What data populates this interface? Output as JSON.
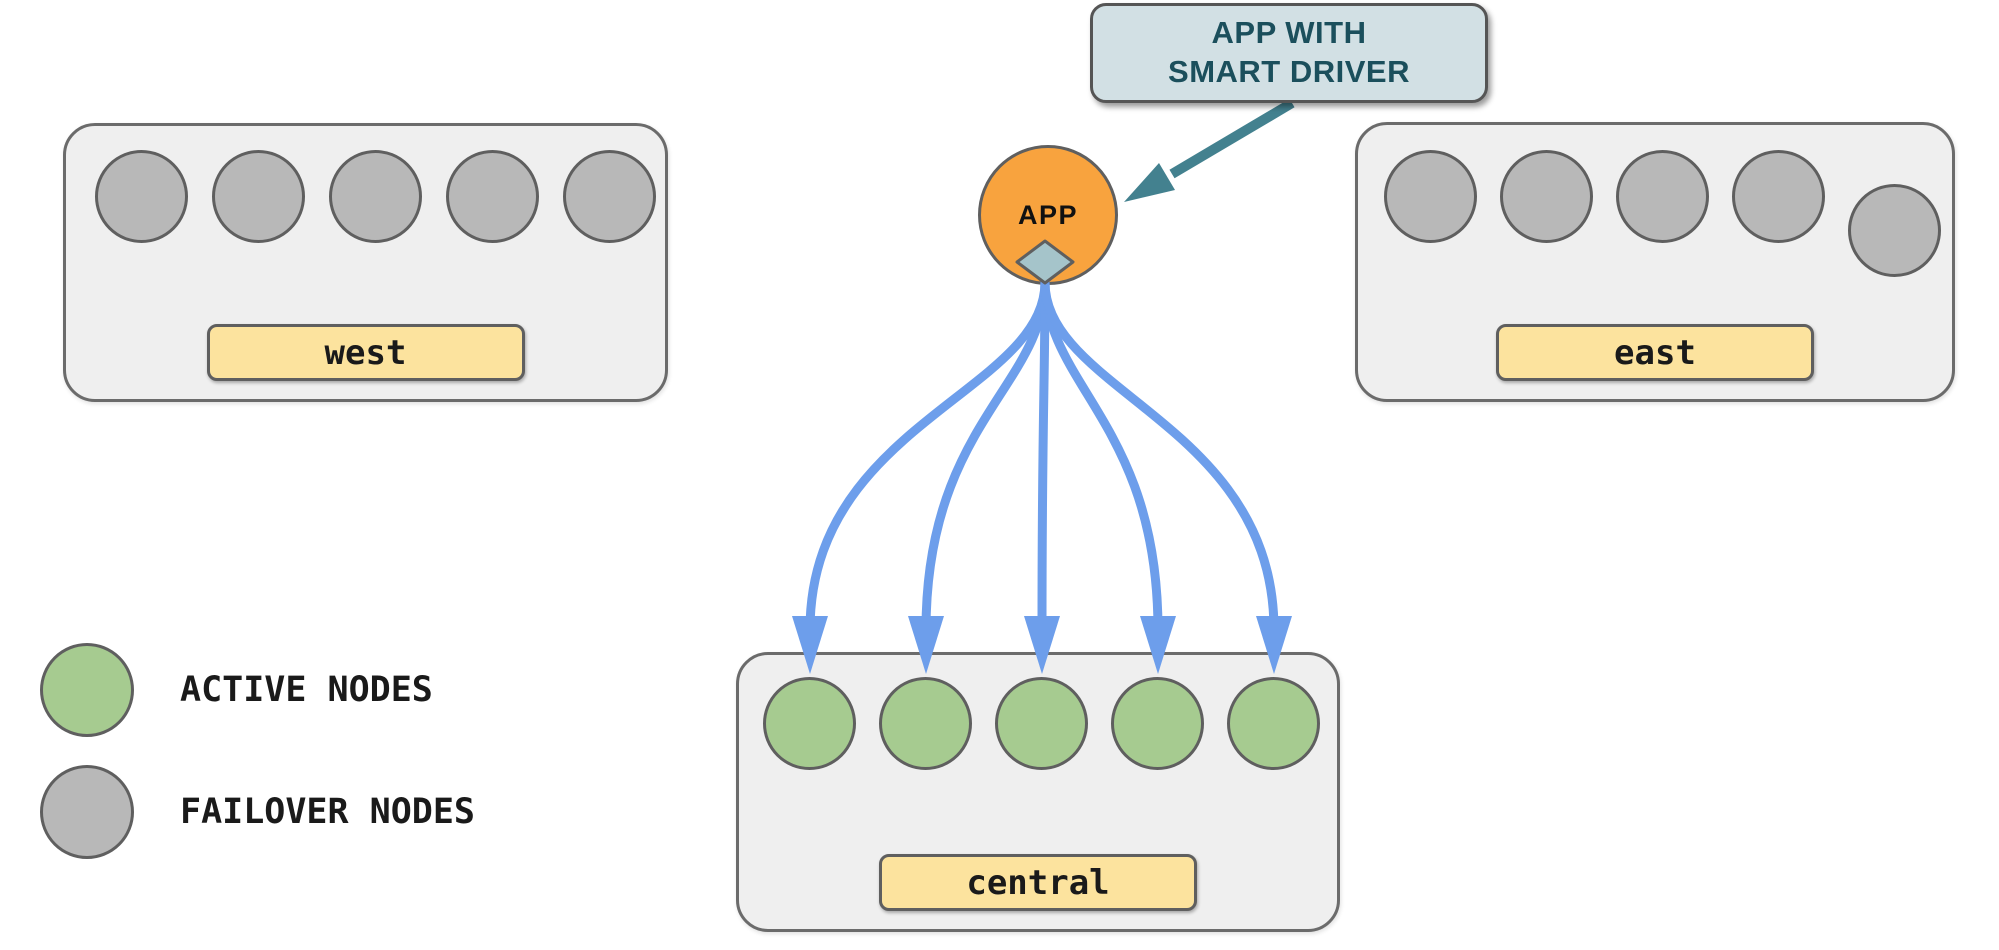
{
  "callout": {
    "line1": "APP WITH",
    "line2": "SMART DRIVER"
  },
  "app": {
    "label": "APP"
  },
  "regions": {
    "west": {
      "label": "west",
      "node_type": "failover",
      "node_count": 5
    },
    "east": {
      "label": "east",
      "node_type": "failover",
      "node_count": 5
    },
    "central": {
      "label": "central",
      "node_type": "active",
      "node_count": 5
    }
  },
  "connections": {
    "fan": {
      "from": "app",
      "to": "central",
      "count": 5
    },
    "pointer": {
      "from": "callout",
      "to": "app"
    }
  },
  "legend": {
    "items": [
      {
        "type": "active",
        "label": "ACTIVE NODES"
      },
      {
        "type": "failover",
        "label": "FAILOVER NODES"
      }
    ]
  },
  "colors": {
    "region_fill": "#efefef",
    "region_border": "#6b6b6b",
    "node_border": "#5f5f5f",
    "failover_node": "#b8b8b8",
    "active_node": "#a6cb90",
    "label_fill": "#fce39e",
    "label_border": "#5f5f5f",
    "app_fill": "#f8a33e",
    "app_border": "#5f5f5f",
    "connector_fill": "#a5c4ca",
    "callout_fill": "#d2e0e4",
    "callout_border": "#555555",
    "callout_text": "#1b4f5c",
    "callout_arrow": "#43818f",
    "fan_arrow": "#6d9eeb"
  }
}
